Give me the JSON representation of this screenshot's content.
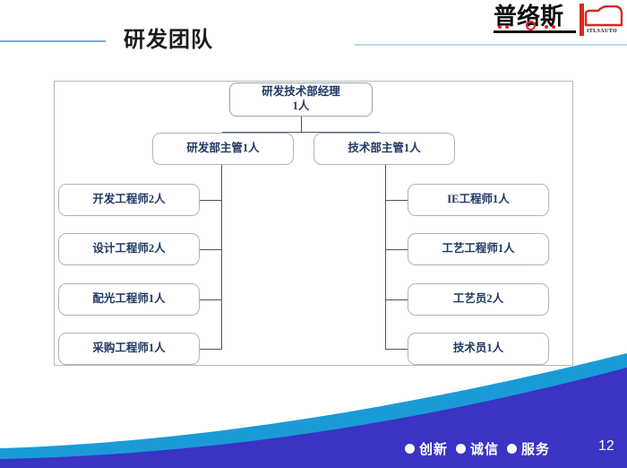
{
  "slide": {
    "title": "研发团队",
    "page_number": "12",
    "background": "#ffffff"
  },
  "logo": {
    "brand_cn": "普络斯",
    "brand_sub": "ITLSAUTO",
    "ink_color": "#111111",
    "accent_color": "#d8261c"
  },
  "org_chart": {
    "type": "tree",
    "root": {
      "line1": "研发技术部经理",
      "line2": "1人",
      "text": "研发技术部经理\n1人",
      "count": 1
    },
    "branches": [
      {
        "side": "left",
        "head": {
          "text": "研发部主管1人",
          "count": 1
        },
        "members": [
          {
            "text": "开发工程师2人",
            "role": "开发工程师",
            "count": 2
          },
          {
            "text": "设计工程师2人",
            "role": "设计工程师",
            "count": 2
          },
          {
            "text": "配光工程师1人",
            "role": "配光工程师",
            "count": 1
          },
          {
            "text": "采购工程师1人",
            "role": "采购工程师",
            "count": 1
          }
        ]
      },
      {
        "side": "right",
        "head": {
          "text": "技术部主管1人",
          "count": 1
        },
        "members": [
          {
            "text": "IE工程师1人",
            "role": "IE工程师",
            "count": 1
          },
          {
            "text": "工艺工程师1人",
            "role": "工艺工程师",
            "count": 1
          },
          {
            "text": "工艺员2人",
            "role": "工艺员",
            "count": 2
          },
          {
            "text": "技术员1人",
            "role": "技术员",
            "count": 1
          }
        ]
      }
    ],
    "node_text_color": "#1f3864",
    "node_border_color": "#aeb4bd",
    "connector_color": "#4a5568"
  },
  "footer": {
    "slogans": [
      "创新",
      "诚信",
      "服务"
    ],
    "text_color": "#ffffff",
    "band_color": "#3a33c4",
    "accent_band_color": "#1a9bd7"
  },
  "decor": {
    "rule_left_color": "#7fa8d4",
    "rule_right_color": "#bcd5ec"
  }
}
